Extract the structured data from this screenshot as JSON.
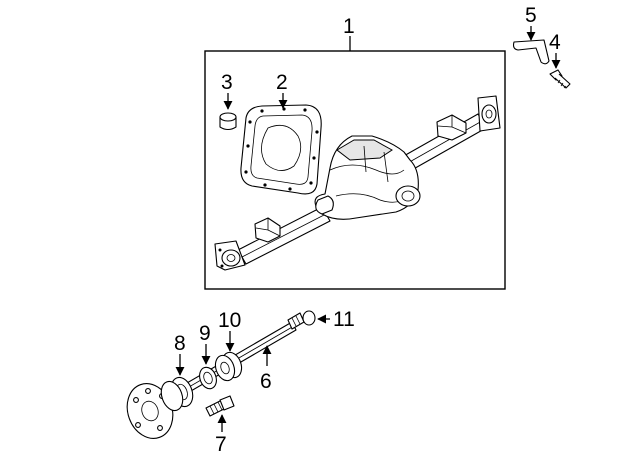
{
  "diagram": {
    "callouts": [
      {
        "id": "1",
        "label": "1"
      },
      {
        "id": "2",
        "label": "2"
      },
      {
        "id": "3",
        "label": "3"
      },
      {
        "id": "4",
        "label": "4"
      },
      {
        "id": "5",
        "label": "5"
      },
      {
        "id": "6",
        "label": "6"
      },
      {
        "id": "7",
        "label": "7"
      },
      {
        "id": "8",
        "label": "8"
      },
      {
        "id": "9",
        "label": "9"
      },
      {
        "id": "10",
        "label": "10"
      },
      {
        "id": "11",
        "label": "11"
      }
    ],
    "line_color": "#000000",
    "background_color": "#ffffff"
  }
}
